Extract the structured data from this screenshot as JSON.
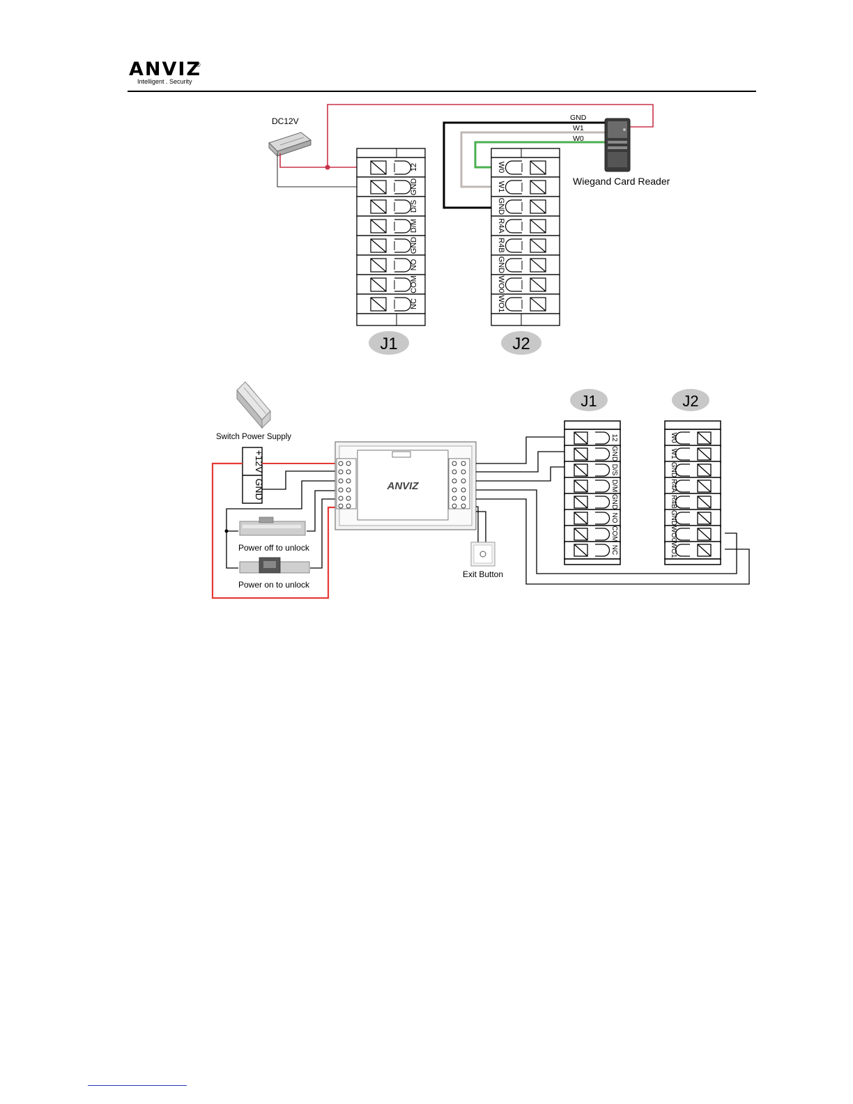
{
  "header": {
    "brand": "ANVIZ",
    "registered": "®",
    "tagline": "Intelligent . Security"
  },
  "diagram1": {
    "power_supply_label": "DC12V",
    "reader_label": "Wiegand Card Reader",
    "wire_labels": [
      "GND",
      "W1",
      "W0"
    ],
    "j1_terminals": [
      "12",
      "GND",
      "D/S",
      "D/M",
      "GND",
      "NO",
      "COM",
      "NC"
    ],
    "j2_terminals": [
      "W0",
      "W1",
      "GND",
      "R4A",
      "R4B",
      "GND",
      "WO0",
      "WO1"
    ],
    "j1_tag": "J1",
    "j2_tag": "J2",
    "wire_colors": {
      "power": "#c8324a",
      "gnd": "#000000",
      "w1": "#c0b8b4",
      "w0": "#4caf50"
    }
  },
  "diagram2": {
    "supply_label": "Switch Power Supply",
    "supply_terminals": [
      "+12V",
      "GND"
    ],
    "lock1_label": "Power off to unlock",
    "lock2_label": "Power on to unlock",
    "exit_label": "Exit Button",
    "controller_brand": "ANVIZ",
    "j1_tag": "J1",
    "j2_tag": "J2",
    "j1_terminals": [
      "12",
      "GND",
      "D/S",
      "D/M",
      "GND",
      "NO",
      "COM",
      "NC"
    ],
    "j2_terminals": [
      "W0",
      "W1",
      "GND",
      "R4A",
      "R4B",
      "GND",
      "WO0",
      "WO1"
    ],
    "wire_colors": {
      "power": "#e53935"
    }
  }
}
